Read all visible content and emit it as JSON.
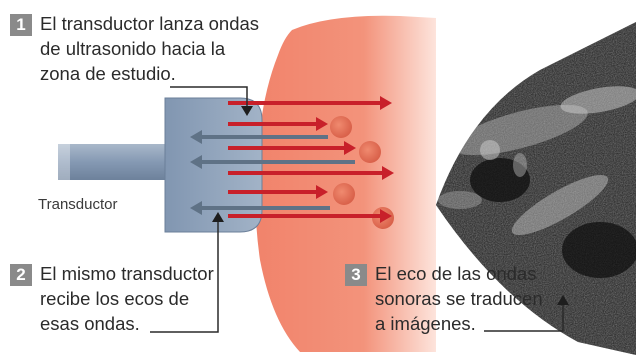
{
  "steps": [
    {
      "number": "1",
      "lines": [
        "El transductor lanza ondas",
        "de ultrasonido hacia la",
        "zona de estudio."
      ]
    },
    {
      "number": "2",
      "lines": [
        "El mismo transductor",
        "recibe los ecos de",
        "esas ondas."
      ]
    },
    {
      "number": "3",
      "lines": [
        "El eco de las ondas",
        "sonoras se traducen",
        "a imágenes."
      ]
    }
  ],
  "transducer_label": "Transductor",
  "colors": {
    "badge": "#8a8a8a",
    "transducer_body": "#8fa3bd",
    "cable": "#8599b3",
    "tissue": "#f2836a",
    "emitted_wave": "#c8202a",
    "echo_wave": "#5f7286",
    "echo_bubble": "#e06a52",
    "ultrasound_image": "#1c1c1c"
  },
  "icons": [
    "pointer-arrow-icon",
    "echo-bubble-icon"
  ]
}
